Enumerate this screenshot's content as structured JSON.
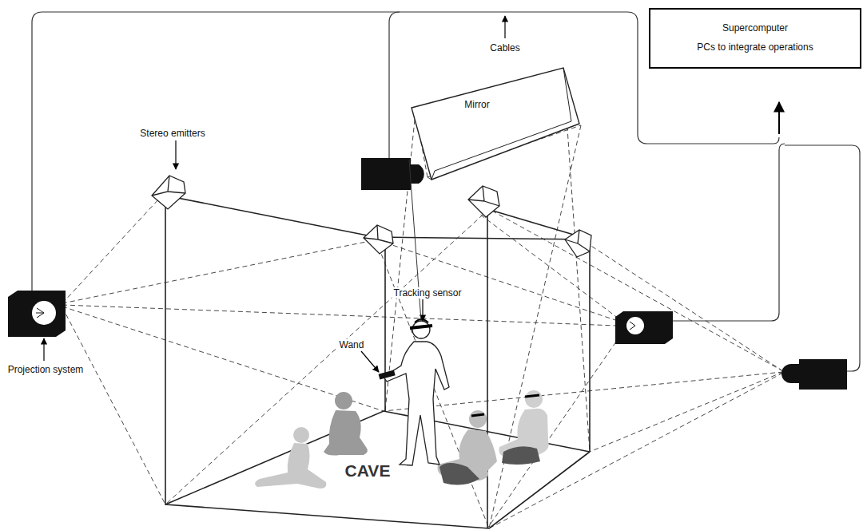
{
  "diagram": {
    "nodes": [
      {
        "text": [
          "Supercomputer",
          "PCs to integrate operations"
        ]
      },
      {
        "text": [
          "Mirror"
        ]
      }
    ],
    "labels": [
      "Cables",
      "Stereo emitters",
      "Tracking sensor",
      "Wand",
      "Projection system",
      "CAVE"
    ]
  }
}
